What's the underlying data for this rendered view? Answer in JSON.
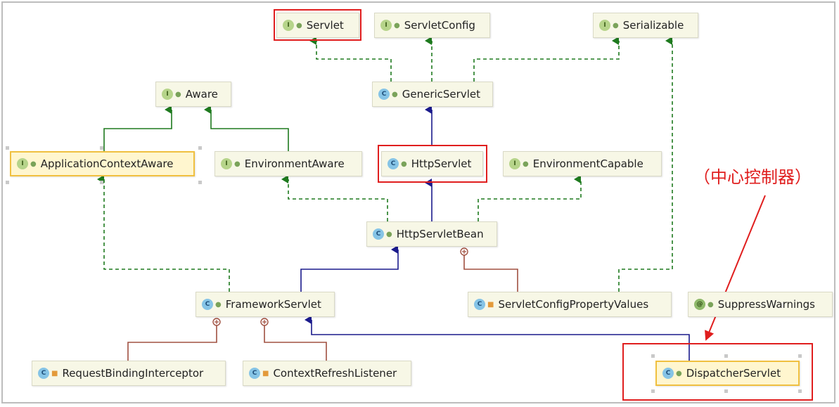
{
  "diagram": {
    "nodes": [
      {
        "id": "servlet",
        "label": "Servlet",
        "kind": "interface",
        "badge": "I"
      },
      {
        "id": "servletconfig",
        "label": "ServletConfig",
        "kind": "interface",
        "badge": "I"
      },
      {
        "id": "serializable",
        "label": "Serializable",
        "kind": "interface",
        "badge": "I"
      },
      {
        "id": "aware",
        "label": "Aware",
        "kind": "interface",
        "badge": "I"
      },
      {
        "id": "genericservlet",
        "label": "GenericServlet",
        "kind": "class",
        "badge": "C"
      },
      {
        "id": "applicationcontextaware",
        "label": "ApplicationContextAware",
        "kind": "interface",
        "badge": "I"
      },
      {
        "id": "environmentaware",
        "label": "EnvironmentAware",
        "kind": "interface",
        "badge": "I"
      },
      {
        "id": "httpservlet",
        "label": "HttpServlet",
        "kind": "class",
        "badge": "C"
      },
      {
        "id": "environmentcapable",
        "label": "EnvironmentCapable",
        "kind": "interface",
        "badge": "I"
      },
      {
        "id": "httpservletbean",
        "label": "HttpServletBean",
        "kind": "class",
        "badge": "C"
      },
      {
        "id": "frameworkservlet",
        "label": "FrameworkServlet",
        "kind": "class",
        "badge": "C"
      },
      {
        "id": "servletconfigpropertyvalues",
        "label": "ServletConfigPropertyValues",
        "kind": "class",
        "badge": "C"
      },
      {
        "id": "suppresswarnings",
        "label": "SuppressWarnings",
        "kind": "annotation",
        "badge": "@"
      },
      {
        "id": "requestbindinginterceptor",
        "label": "RequestBindingInterceptor",
        "kind": "class",
        "badge": "C"
      },
      {
        "id": "contextrefreshlistener",
        "label": "ContextRefreshListener",
        "kind": "class",
        "badge": "C"
      },
      {
        "id": "dispatcherservlet",
        "label": "DispatcherServlet",
        "kind": "class",
        "badge": "C"
      }
    ],
    "callout": {
      "text": "（中心控制器）"
    },
    "colors": {
      "extends": "#1a1a8c",
      "implements": "#1e7a1e",
      "inner": "#a05040",
      "highlight": "#e01e1e"
    }
  }
}
